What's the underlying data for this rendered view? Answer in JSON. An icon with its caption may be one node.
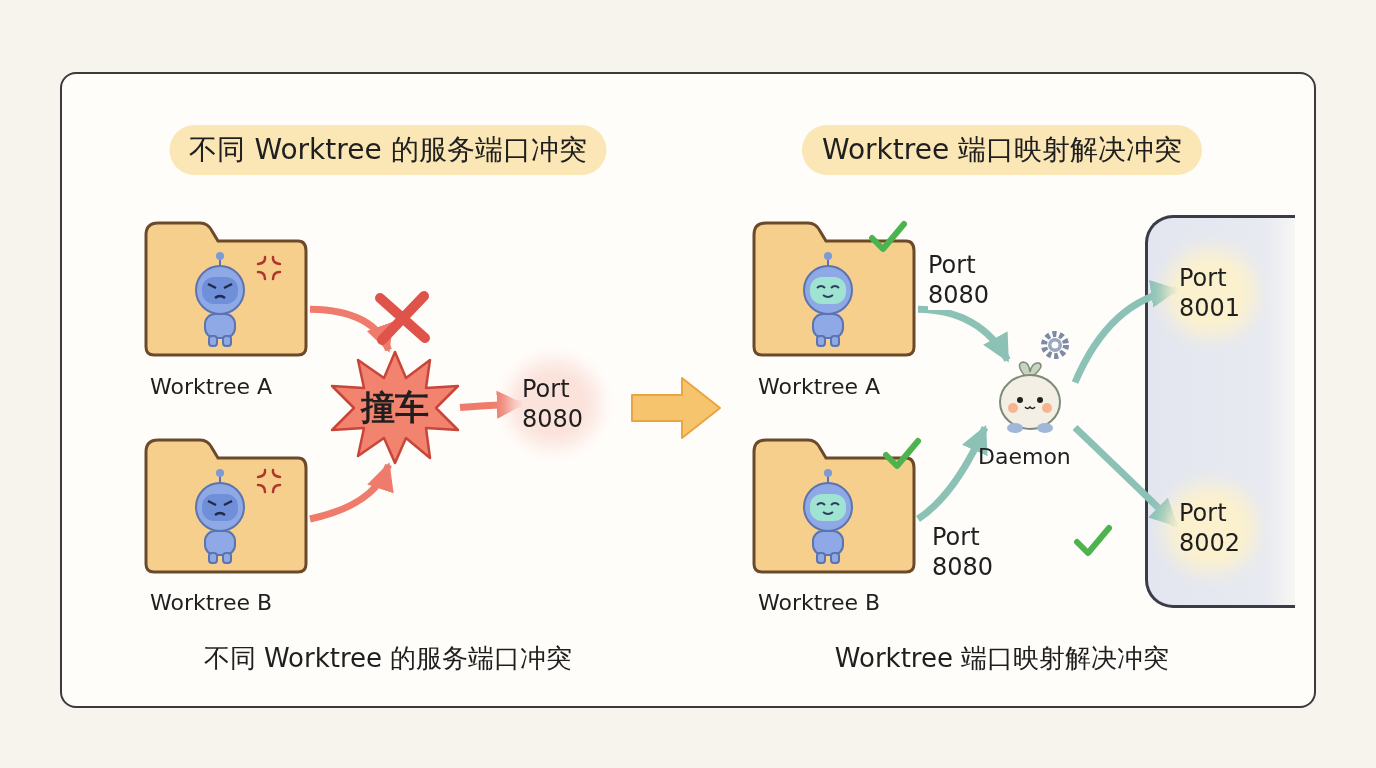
{
  "diagram": {
    "nodes": [
      {
        "text": [],
        "shape": "picture",
        "beside": [
          "Worktree A"
        ]
      },
      {
        "text": [],
        "shape": "picture",
        "beside": [
          "Worktree B"
        ]
      },
      {
        "text": [
          "撞车"
        ]
      },
      {
        "text": [
          "Port 8080"
        ]
      },
      {
        "text": [],
        "shape": "picture",
        "beside": [
          "Worktree A"
        ]
      },
      {
        "text": [],
        "shape": "picture",
        "beside": [
          "Worktree B"
        ]
      },
      {
        "text": [],
        "shape": "picture",
        "beside": [
          "Daemon"
        ]
      },
      {
        "text": [],
        "shape": "box"
      },
      {
        "text": [
          "Port 8001"
        ],
        "in": 7
      },
      {
        "text": [
          "Port 8002"
        ],
        "in": 7
      }
    ],
    "edges": [
      {
        "from": 0,
        "to": 2,
        "arrow": "to",
        "color": "#ee7b6b"
      },
      {
        "from": 1,
        "to": 2,
        "arrow": "to",
        "color": "#ee7b6b"
      },
      {
        "from": 2,
        "to": 3,
        "arrow": "to",
        "color": "#ee7b6b"
      },
      {
        "from": 4,
        "to": 6,
        "arrow": "to",
        "label": "Port 8080"
      },
      {
        "from": 5,
        "to": 6,
        "arrow": "to",
        "label": "Port 8080"
      },
      {
        "from": 6,
        "to": 8,
        "arrow": "to"
      },
      {
        "from": 6,
        "to": 9,
        "arrow": "to"
      }
    ],
    "labels": [
      "不同 Worktree 的服务端口冲突",
      "Worktree 端口映射解决冲突",
      "不同 Worktree 的服务端口冲突",
      "Worktree 端口映射解决冲突"
    ]
  }
}
